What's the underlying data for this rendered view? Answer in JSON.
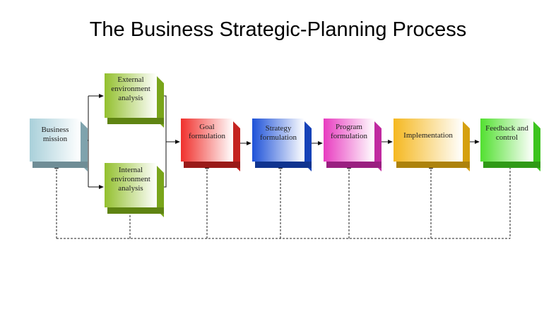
{
  "title": "The Business Strategic-Planning Process",
  "nodes": {
    "business_mission": {
      "label": "Business mission",
      "color": "#9fc7d2"
    },
    "external": {
      "label": "External environment analysis",
      "color": "#8db82a"
    },
    "internal": {
      "label": "Internal environment analysis",
      "color": "#8db82a"
    },
    "goal": {
      "label": "Goal formulation",
      "color": "#e8302e"
    },
    "strategy": {
      "label": "Strategy formulation",
      "color": "#1e52d4"
    },
    "program": {
      "label": "Program formulation",
      "color": "#e03ab8"
    },
    "implementation": {
      "label": "Implementation",
      "color": "#f0b41c"
    },
    "feedback": {
      "label": "Feedback and control",
      "color": "#4fdc2c"
    }
  }
}
